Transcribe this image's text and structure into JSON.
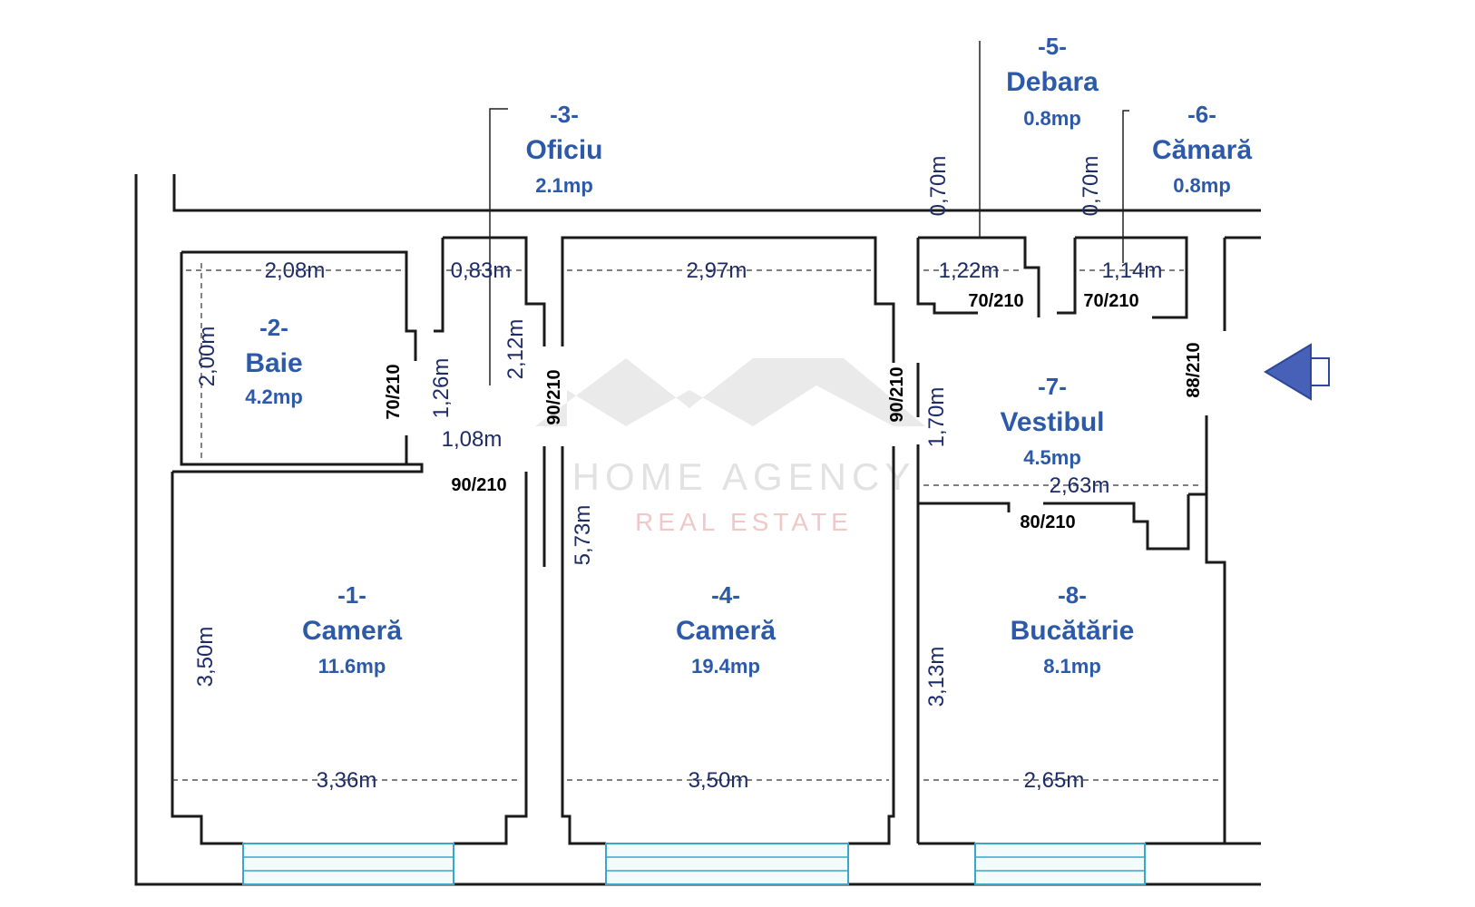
{
  "rooms": [
    {
      "number": "-1-",
      "name": "Cameră",
      "area": "11.6mp"
    },
    {
      "number": "-2-",
      "name": "Baie",
      "area": "4.2mp"
    },
    {
      "number": "-3-",
      "name": "Oficiu",
      "area": "2.1mp"
    },
    {
      "number": "-4-",
      "name": "Cameră",
      "area": "19.4mp"
    },
    {
      "number": "-5-",
      "name": "Debara",
      "area": "0.8mp"
    },
    {
      "number": "-6-",
      "name": "Cămară",
      "area": "0.8mp"
    },
    {
      "number": "-7-",
      "name": "Vestibul",
      "area": "4.5mp"
    },
    {
      "number": "-8-",
      "name": "Bucătărie",
      "area": "8.1mp"
    }
  ],
  "dimensions": {
    "baie_width": "2,08m",
    "baie_height": "2,00m",
    "oficiu_width": "0,83m",
    "oficiu_height": "2,12m",
    "oficiu_mid": "1,26m",
    "oficiu_bottom": "1,08m",
    "camera4_top": "2,97m",
    "camera4_bottom": "3,50m",
    "camera4_height": "5,73m",
    "debara_width": "1,22m",
    "debara_height": "0,70m",
    "camara_width": "1,14m",
    "camara_height": "0,70m",
    "vestibul_height": "1,70m",
    "vestibul_width": "2,63m",
    "camera1_height": "3,50m",
    "camera1_width": "3,36m",
    "bucatarie_height": "3,13m",
    "bucatarie_width": "2,65m"
  },
  "doors": {
    "baie": "70/210",
    "oficiu": "90/210",
    "camera4_left": "90/210",
    "camera4_right": "90/210",
    "debara": "70/210",
    "camara": "70/210",
    "entrance": "88/210",
    "bucatarie": "80/210"
  },
  "watermark": {
    "line1": "HOME AGENCY",
    "line2": "REAL ESTATE"
  },
  "colors": {
    "room_label": "#2d5aa8",
    "window": "#3aa7c9",
    "entry_arrow": "#4661b7"
  },
  "icons": [
    "entrance-arrow-icon"
  ]
}
